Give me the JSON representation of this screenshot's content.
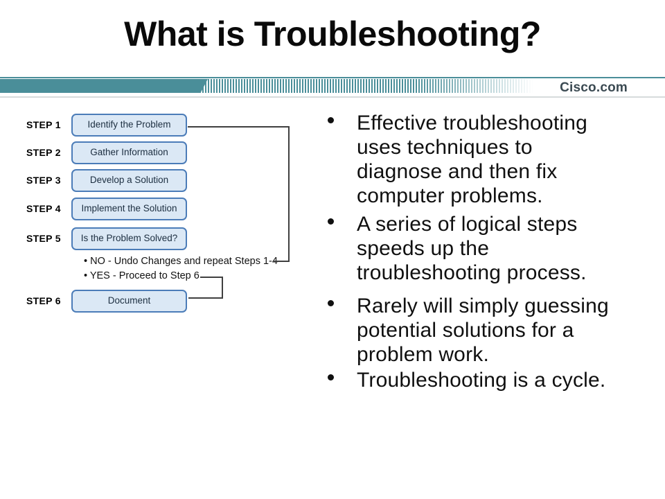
{
  "title": "What is Troubleshooting?",
  "brand": {
    "name": "Cisco.com"
  },
  "colors": {
    "band_teal": "#4a8e99",
    "box_fill": "#dbe8f5",
    "box_border": "#4b7cb8",
    "connector": "#3f3f3f"
  },
  "flowchart": {
    "steps": [
      {
        "label": "STEP 1",
        "text": "Identify the Problem"
      },
      {
        "label": "STEP 2",
        "text": "Gather Information"
      },
      {
        "label": "STEP 3",
        "text": "Develop a Solution"
      },
      {
        "label": "STEP 4",
        "text": "Implement the Solution"
      },
      {
        "label": "STEP 5",
        "text": "Is the Problem Solved?"
      },
      {
        "label": "STEP 6",
        "text": "Document"
      }
    ],
    "branches": [
      {
        "text": "• NO - Undo Changes and repeat Steps 1-4"
      },
      {
        "text": "• YES - Proceed to Step 6"
      }
    ]
  },
  "bullets": {
    "items": [
      {
        "text": "Effective troubleshooting\nuses techniques to\ndiagnose and then fix\ncomputer problems."
      },
      {
        "text": "A series of logical steps\nspeeds up the\ntroubleshooting process."
      },
      {
        "text": "Rarely will simply guessing\npotential solutions for a\nproblem work."
      },
      {
        "text": "Troubleshooting is a cycle."
      }
    ]
  }
}
